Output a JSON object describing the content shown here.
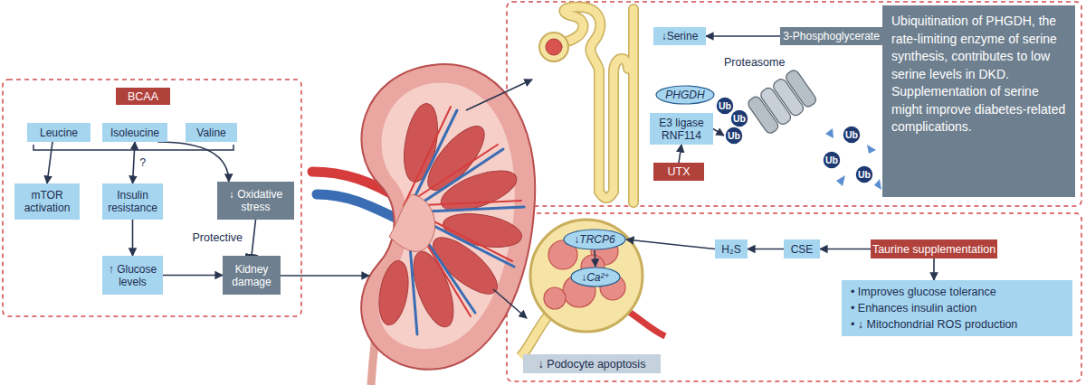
{
  "diagram": {
    "nodes": [
      {
        "text": [
          "BCAA"
        ]
      },
      {
        "text": [
          "Leucine"
        ]
      },
      {
        "text": [
          "Isoleucine"
        ]
      },
      {
        "text": [
          "Valine"
        ]
      },
      {
        "text": [
          "mTOR activation"
        ]
      },
      {
        "text": [
          "Insulin resistance"
        ]
      },
      {
        "text": [
          "↓ Oxidative stress"
        ]
      },
      {
        "text": [
          "↑ Glucose levels"
        ]
      },
      {
        "text": [
          "Kidney damage"
        ]
      },
      {
        "text": [
          "↓Serine"
        ]
      },
      {
        "text": [
          "3-Phosphoglycerate"
        ]
      },
      {
        "text": [
          "PHGDH"
        ]
      },
      {
        "text": [
          "Ub"
        ]
      },
      {
        "text": [
          "Ub"
        ]
      },
      {
        "text": [
          "Ub"
        ]
      },
      {
        "text": [
          "E3 ligase RNF114"
        ]
      },
      {
        "text": [
          "UTX"
        ]
      },
      {
        "text": [
          "Ub"
        ]
      },
      {
        "text": [
          "Ub"
        ]
      },
      {
        "text": [
          "Ub"
        ]
      },
      {
        "text": [
          "Ubiquitination of PHGDH, the rate-limiting enzyme of serine synthesis, contributes to low serine levels in DKD. Supplementation of serine might improve diabetes-related complications."
        ]
      },
      {
        "text": [
          "↓TRCP6"
        ]
      },
      {
        "text": [
          "↓Ca²⁺"
        ]
      },
      {
        "text": [
          "H₂S"
        ]
      },
      {
        "text": [
          "CSE"
        ]
      },
      {
        "text": [
          "Taurine supplementation"
        ]
      },
      {
        "text": [
          "• Improves glucose tolerance",
          "• Enhances insulin action",
          "• ↓ Mitochondrial ROS production"
        ]
      },
      {
        "text": [
          "↓ Podocyte apoptosis"
        ]
      }
    ],
    "edges": [
      {
        "from": 1,
        "to": 4,
        "arrow": "to"
      },
      {
        "from": 2,
        "to": 5,
        "label": "?",
        "arrow": "both"
      },
      {
        "from": 2,
        "to": 6,
        "arrow": "to"
      },
      {
        "from": 5,
        "to": 7,
        "arrow": "to"
      },
      {
        "from": 7,
        "to": 8,
        "arrow": "to"
      },
      {
        "from": 6,
        "to": 8,
        "label": "Protective",
        "arrow": "to"
      },
      {
        "from": 10,
        "to": 9,
        "arrow": "to"
      },
      {
        "from": 16,
        "to": 15,
        "arrow": "to"
      },
      {
        "from": 15,
        "to": 14,
        "arrow": "to"
      },
      {
        "from": 21,
        "to": 22,
        "arrow": "to"
      },
      {
        "from": 23,
        "to": 21,
        "arrow": "to"
      },
      {
        "from": 24,
        "to": 23,
        "arrow": "to"
      },
      {
        "from": 25,
        "to": 24,
        "arrow": "to"
      },
      {
        "from": 25,
        "to": 26,
        "arrow": "to"
      }
    ],
    "labels": [
      "Proteasome"
    ]
  }
}
